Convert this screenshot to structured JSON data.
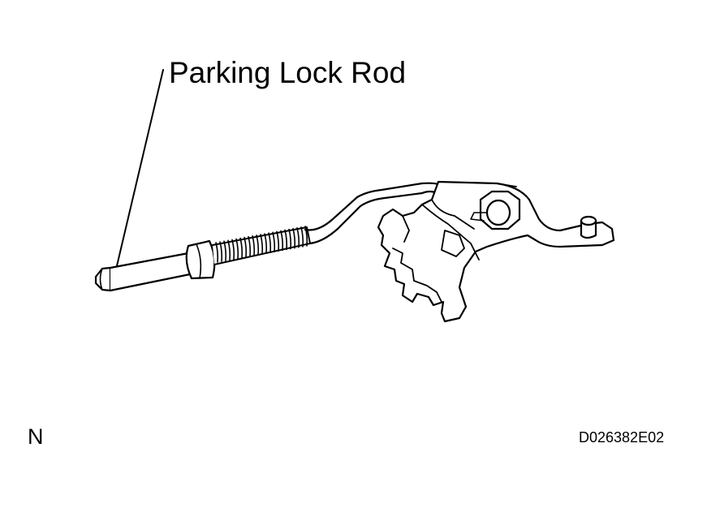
{
  "diagram": {
    "callout_label": "Parking Lock Rod",
    "view_letter": "N",
    "figure_id": "D026382E02",
    "line_color": "#000000",
    "background_color": "#ffffff"
  }
}
